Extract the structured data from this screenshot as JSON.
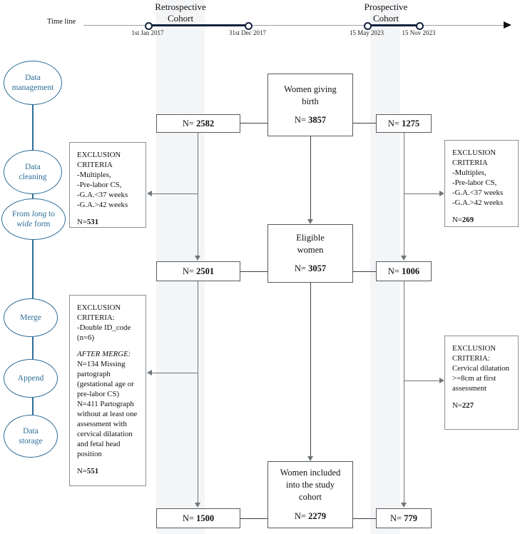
{
  "timeline": {
    "caption": "Time line",
    "cohorts": [
      {
        "name": "retrospective",
        "label": "Retrospective\nCohort"
      },
      {
        "name": "prospective",
        "label": "Prospective\nCohort"
      }
    ],
    "ticks": [
      "1st Jan 2017",
      "31st Dec 2017",
      "15 May 2023",
      "15 Nov 2023"
    ],
    "accent_color": "#12223b",
    "band_color": "#f4f5f7"
  },
  "pipeline": {
    "accent_color": "#2d6d96",
    "steps": [
      {
        "id": "data-management",
        "label": "Data\nmanagement"
      },
      {
        "id": "data-cleaning",
        "label": "Data\ncleaning"
      },
      {
        "id": "long-to-wide",
        "label": "From long to\nwide form",
        "italic_words": [
          "long",
          "wide"
        ]
      },
      {
        "id": "merge",
        "label": "Merge"
      },
      {
        "id": "append",
        "label": "Append"
      },
      {
        "id": "data-storage",
        "label": "Data\nstorage"
      }
    ]
  },
  "flow": {
    "center_boxes": [
      {
        "id": "women-giving-birth",
        "title": "Women giving\nbirth",
        "n_prefix": "N= ",
        "n_value": "3857"
      },
      {
        "id": "eligible-women",
        "title": "Eligible\nwomen",
        "n_prefix": "N= ",
        "n_value": "3057"
      },
      {
        "id": "women-included",
        "title": "Women included\ninto the study\ncohort",
        "n_prefix": "N= ",
        "n_value": "2279"
      }
    ],
    "retrospective_counts": [
      {
        "id": "retro-birth",
        "n_prefix": "N= ",
        "n_value": "2582"
      },
      {
        "id": "retro-eligible",
        "n_prefix": "N= ",
        "n_value": "2501"
      },
      {
        "id": "retro-included",
        "n_prefix": "N= ",
        "n_value": "1500"
      }
    ],
    "prospective_counts": [
      {
        "id": "pro-birth",
        "n_prefix": "N= ",
        "n_value": "1275"
      },
      {
        "id": "pro-eligible",
        "n_prefix": "N= ",
        "n_value": "1006"
      },
      {
        "id": "pro-included",
        "n_prefix": "N= ",
        "n_value": "779"
      }
    ]
  },
  "exclusions": {
    "left_top": {
      "heading": "EXCLUSION\nCRITERIA",
      "items": [
        "-Multiples,",
        "-Pre-labor CS,",
        "-G.A.<37 weeks",
        "-G.A.>42 weeks"
      ],
      "n_prefix": "N=",
      "n_value": "531"
    },
    "left_bottom": {
      "heading": "EXCLUSION\nCRITERIA:",
      "items": [
        "-Double ID_code",
        "(n=6)"
      ],
      "subheading": "AFTER MERGE:",
      "sub_items": [
        "N=134 Missing",
        "partograph",
        "(gestational age or",
        "pre-labor CS)",
        "N=411 Partograph",
        "without at least one",
        "assessment with",
        "cervical dilatation",
        "and fetal head",
        "position"
      ],
      "n_prefix": "N=",
      "n_value": "551"
    },
    "right_top": {
      "heading": "EXCLUSION\nCRITERIA",
      "items": [
        "-Multiples,",
        "-Pre-labor CS,",
        "-G.A.<37 weeks",
        "-G.A.>42 weeks"
      ],
      "n_prefix": "N=",
      "n_value": "269"
    },
    "right_bottom": {
      "heading": "EXCLUSION\nCRITERIA:",
      "items": [
        "Cervical dilatation",
        ">=8cm at first",
        "assessment"
      ],
      "n_prefix": "N=",
      "n_value": "227"
    }
  }
}
